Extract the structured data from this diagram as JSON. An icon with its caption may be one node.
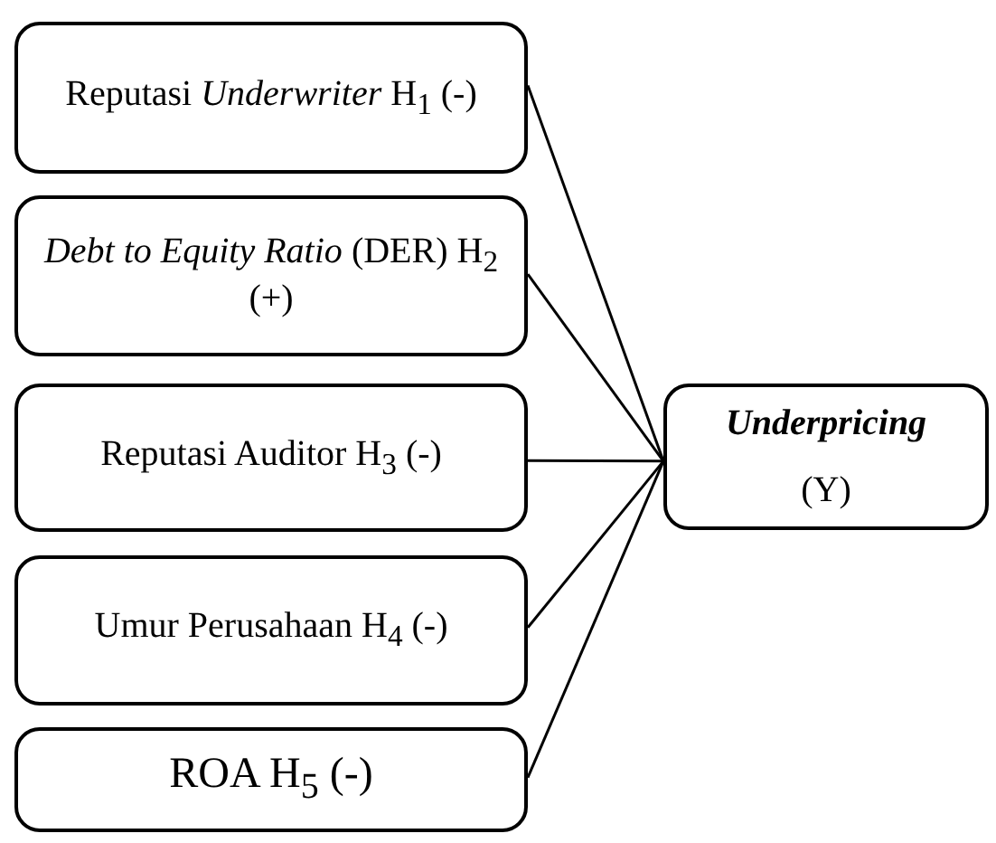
{
  "diagram": {
    "nodes": [
      {
        "text": [
          "Reputasi *Underwriter* H$_{1}$ (-)"
        ]
      },
      {
        "text": [
          "*Debt to Equity Ratio* (DER) H$_{2}$ (+)"
        ]
      },
      {
        "text": [
          "Reputasi Auditor H$_{3}$ (-)"
        ]
      },
      {
        "text": [
          "Umur Perusahaan H$_{4}$ (-)"
        ]
      },
      {
        "text": [
          "ROA H$_{5}$ (-)"
        ]
      },
      {
        "text": [
          "Underpricing",
          "(Y)"
        ]
      }
    ],
    "edges": [
      {
        "from": 0,
        "to": 5,
        "arrow": "none"
      },
      {
        "from": 1,
        "to": 5,
        "arrow": "none"
      },
      {
        "from": 2,
        "to": 5,
        "arrow": "none"
      },
      {
        "from": 3,
        "to": 5,
        "arrow": "none"
      },
      {
        "from": 4,
        "to": 5,
        "arrow": "none"
      }
    ]
  }
}
